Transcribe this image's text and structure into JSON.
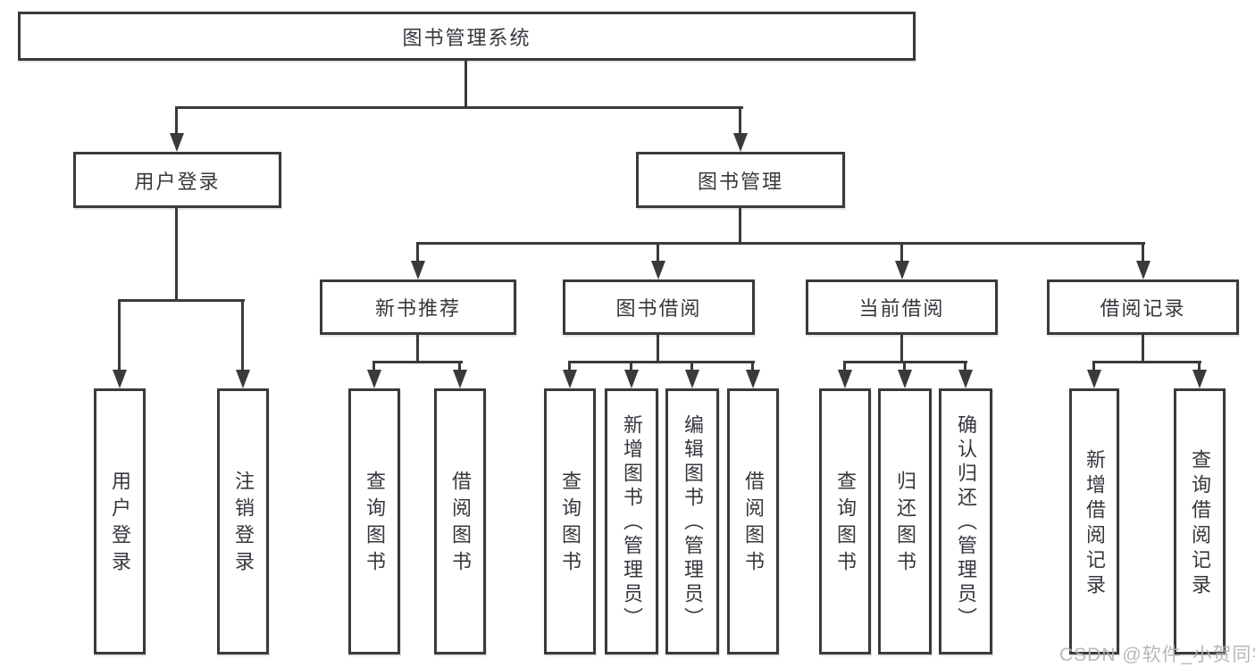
{
  "nodes": {
    "root": "图书管理系统",
    "level2": [
      "用户登录",
      "图书管理"
    ],
    "level3": [
      "新书推荐",
      "图书借阅",
      "当前借阅",
      "借阅记录"
    ],
    "level4": [
      "用户登录",
      "注销登录",
      "查询图书",
      "借阅图书",
      "查询图书",
      "新增图书（管理员）",
      "编辑图书（管理员）",
      "借阅图书",
      "查询图书",
      "归还图书",
      "确认归还（管理员）",
      "新增借阅记录",
      "查询借阅记录"
    ]
  },
  "watermark": "CSDN @软件_小贺同学",
  "colors": {
    "line": "#3a3a3a",
    "text": "#35383d",
    "background": "#ffffff",
    "watermark": "#b2b2b2"
  }
}
